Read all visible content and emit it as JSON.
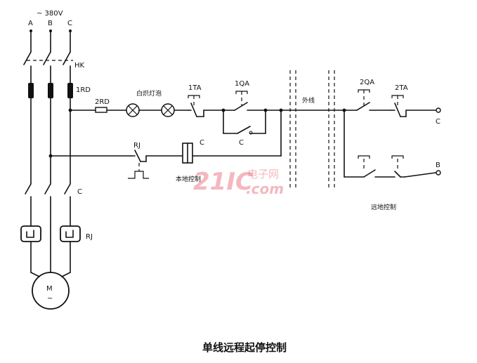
{
  "supply": {
    "voltage": "~ 380V",
    "phases": [
      "A",
      "B",
      "C"
    ]
  },
  "labels": {
    "hk": "HK",
    "fuse_main": "1RD",
    "fuse_ctrl": "2RD",
    "lamp": "白炽灯泡",
    "btn_1ta": "1TA",
    "btn_1qa": "1QA",
    "contactor_c_aux": "C",
    "relay_rj_top": "RJ",
    "coil_c": "C",
    "local_ctrl": "本地控制",
    "outer_line": "外线",
    "btn_2qa": "2QA",
    "btn_2ta": "2TA",
    "term_c": "C",
    "term_b": "B",
    "remote_ctrl": "远地控制",
    "main_contacts": "C",
    "thermal_rj": "RJ",
    "motor": "M",
    "motor_tilde": "~"
  },
  "caption": "单线远程起停控制",
  "watermark": {
    "brand": "21IC",
    "cn": "电子网",
    "dotcom": ".com"
  },
  "colors": {
    "line": "#111111",
    "watermark": "#e0354a"
  }
}
